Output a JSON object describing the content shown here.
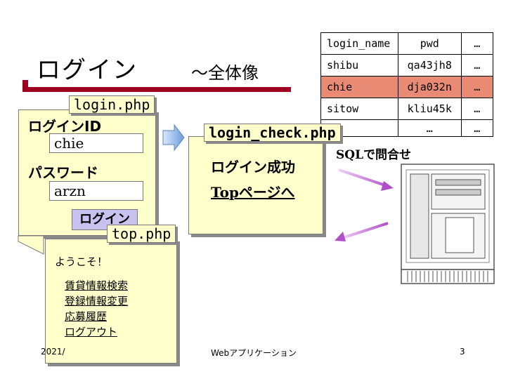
{
  "slide": {
    "title": "ログイン",
    "subtitle": "～全体像"
  },
  "db_table": {
    "header": [
      "login_name",
      "pwd",
      "…"
    ],
    "rows": [
      [
        "shibu",
        "qa43jh8",
        "…"
      ],
      [
        "chie",
        "dja032n",
        "…"
      ],
      [
        "sitow",
        "kliu45k",
        "…"
      ],
      [
        "…",
        "…",
        "…"
      ]
    ]
  },
  "login_page": {
    "file": "login.php",
    "id_label": "ログインID",
    "id_value": "chie",
    "pw_label": "パスワード",
    "pw_value": "arzn",
    "button": "ログイン"
  },
  "check_page": {
    "file": "login_check.php",
    "success": "ログイン成功",
    "next": "Topページへ"
  },
  "sql_label": "SQLで問合せ",
  "top_page": {
    "file": "top.php",
    "welcome": "ようこそ！",
    "links": [
      "賃貸情報検索",
      "登録情報変更",
      "応募履歴",
      "ログアウト"
    ]
  },
  "footer": {
    "date": "2021/",
    "center": "Webアプリケーション",
    "page": "3"
  },
  "colors": {
    "accent_bar": "#a0001f",
    "sheet": "#ffffcc",
    "highlight_row": "#e98a74",
    "button": "#c9c2ef",
    "arrow": "#c070d0"
  }
}
